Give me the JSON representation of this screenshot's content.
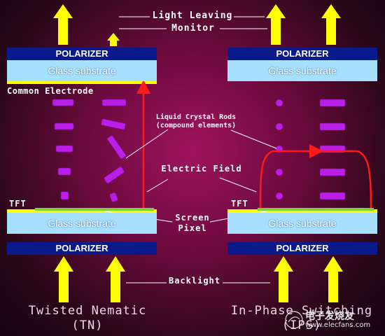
{
  "labels": {
    "light_leaving": "Light Leaving",
    "monitor": "Monitor",
    "common_electrode": "Common Electrode",
    "liquid_crystal_rods_line1": "Liquid Crystal Rods",
    "liquid_crystal_rods_line2": "(compound elements)",
    "electric_field": "Electric Field",
    "screen": "Screen",
    "pixel": "Pixel",
    "backlight": "Backlight",
    "tft_left": "TFT",
    "tft_right": "TFT"
  },
  "left_panel": {
    "top_polarizer": "POLARIZER",
    "top_glass": "Glass substrate",
    "bottom_glass": "Glass substrate",
    "bottom_polarizer": "POLARIZER",
    "title_line1": "Twisted Nematic",
    "title_line2": "(TN)"
  },
  "right_panel": {
    "top_polarizer": "POLARIZER",
    "top_glass": "Glass substrate",
    "bottom_glass": "Glass substrate",
    "bottom_polarizer": "POLARIZER",
    "title_line1": "In-Phase Switching",
    "title_line2": "(IPS)"
  },
  "watermark": {
    "brand": "电子发烧友",
    "url": "www.elecfans.com"
  },
  "colors": {
    "polarizer": "#0b1a8a",
    "glass": "#a7e0ff",
    "electrode": "#ffff00",
    "tft_green": "#7cd13a",
    "liquid_crystal": "#bb1ee6",
    "light_arrow": "#ffff00",
    "electric_field": "#ff1a1a"
  },
  "icons": [
    "up-arrow-icon",
    "liquid-crystal-rod-icon",
    "electric-field-line-icon",
    "watermark-logo-icon"
  ]
}
